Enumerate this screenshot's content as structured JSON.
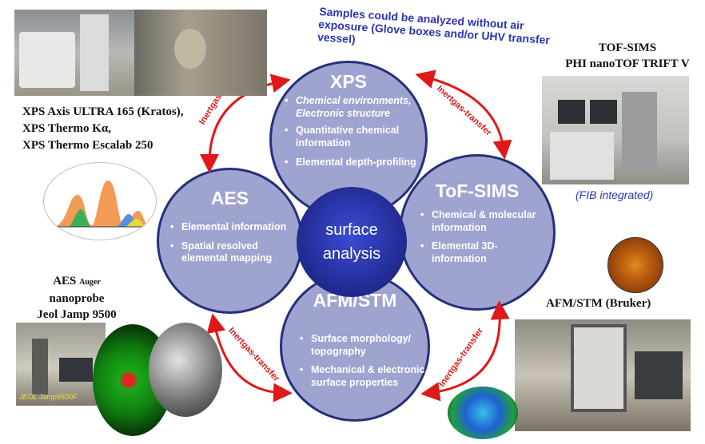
{
  "center": {
    "line1": "surface",
    "line2": "analysis"
  },
  "nodes": {
    "xps": {
      "title": "XPS",
      "items": [
        "Chemical environments, Electronic structure",
        "Quantitative  chemical information",
        "Elemental  depth-profiling"
      ]
    },
    "aes": {
      "title": "AES",
      "items": [
        "Elemental information",
        "Spatial resolved elemental mapping"
      ]
    },
    "tofsims": {
      "title": "ToF-SIMS",
      "items": [
        "Chemical  & molecular information",
        "Elemental 3D-information"
      ]
    },
    "afm": {
      "title": "AFM/STM",
      "items": [
        "Surface morphology/ topography",
        "Mechanical & electronic surface properties"
      ]
    }
  },
  "transfer_label": "Inertgas-transfer",
  "samples_note": "Samples could be analyzed without air exposure (Glove boxes and/or UHV transfer vessel)",
  "xps_instruments": [
    "XPS Axis ULTRA 165 (Kratos),",
    "XPS Thermo Kα,",
    "XPS Thermo Escalab 250"
  ],
  "tof_instrument": {
    "line1": "TOF-SIMS",
    "line2": "PHI nanoTOF TRIFT V"
  },
  "fib_note": "(FIB integrated)",
  "aes_instrument": {
    "line1": "AES",
    "line1_small": "Auger",
    "line2": "nanoprobe",
    "line3": "Jeol Jamp 9500"
  },
  "afm_instrument": "AFM/STM (Bruker)",
  "photo_caption_jeol": "JEOL Jamp9500F",
  "colors": {
    "node_fill": "#9fa3cf",
    "node_border": "#24307a",
    "center": "#26309e",
    "arrow": "#e01818",
    "note": "#2b35b0"
  }
}
